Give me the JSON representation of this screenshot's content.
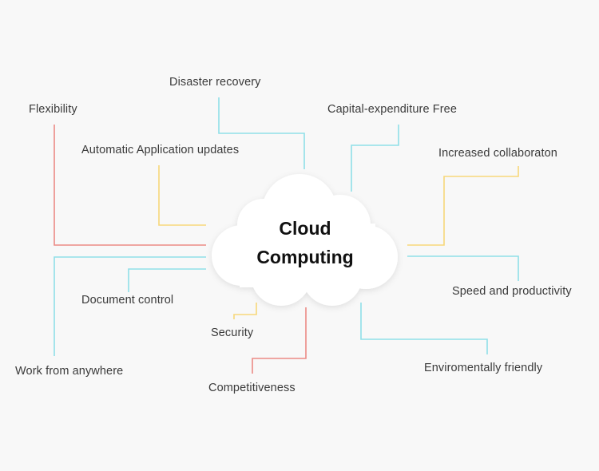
{
  "center": {
    "line1": "Cloud",
    "line2": "Computing"
  },
  "colors": {
    "background": "#f8f8f8",
    "cyan": "#8fdfe8",
    "yellow": "#f7d87a",
    "red": "#ec8b86",
    "cloud_fill": "#ffffff",
    "cloud_shadow": "#e2e2e2"
  },
  "nodes": [
    {
      "id": "disaster-recovery",
      "label": "Disaster recovery",
      "color": "cyan"
    },
    {
      "id": "flexibility",
      "label": "Flexibility",
      "color": "red"
    },
    {
      "id": "capex-free",
      "label": "Capital-expenditure Free",
      "color": "cyan"
    },
    {
      "id": "auto-updates",
      "label": "Automatic Application updates",
      "color": "yellow"
    },
    {
      "id": "collaboration",
      "label": "Increased collaboraton",
      "color": "yellow"
    },
    {
      "id": "speed",
      "label": "Speed and productivity",
      "color": "cyan"
    },
    {
      "id": "document-control",
      "label": "Document control",
      "color": "cyan"
    },
    {
      "id": "security",
      "label": "Security",
      "color": "yellow"
    },
    {
      "id": "work-anywhere",
      "label": "Work from anywhere",
      "color": "cyan"
    },
    {
      "id": "eco-friendly",
      "label": "Enviromentally friendly",
      "color": "cyan"
    },
    {
      "id": "competitiveness",
      "label": "Competitiveness",
      "color": "red"
    }
  ]
}
